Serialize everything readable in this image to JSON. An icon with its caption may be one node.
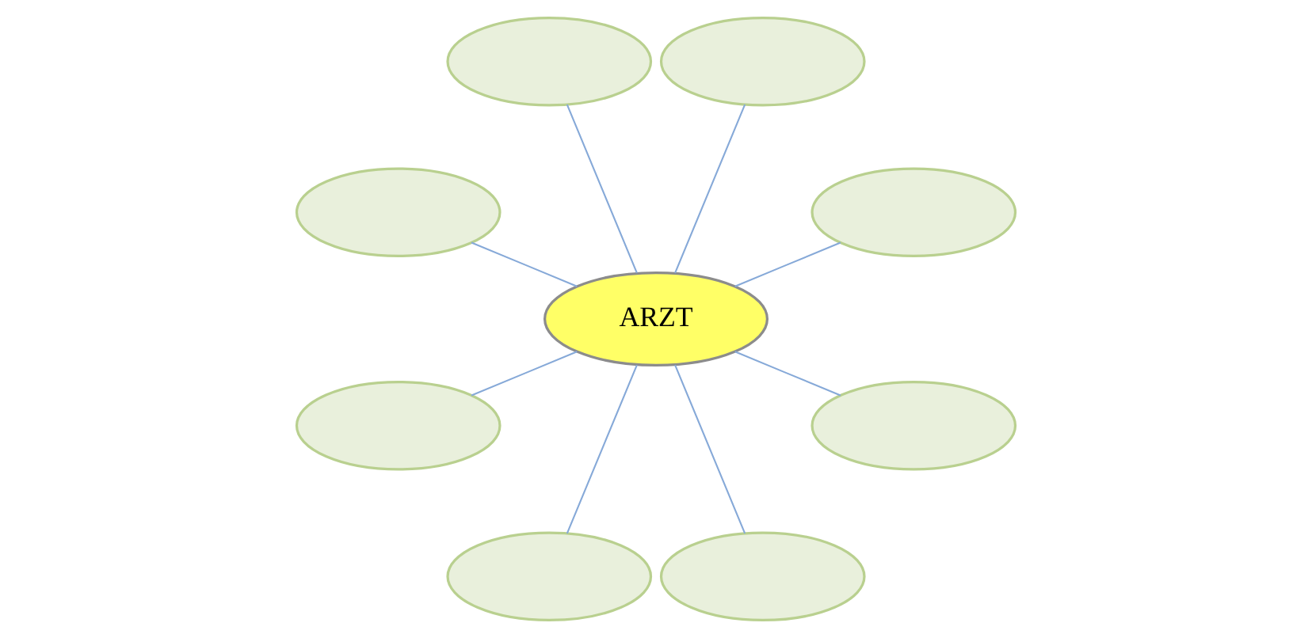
{
  "diagram": {
    "nodes": [
      {
        "text": [
          "ARZT"
        ]
      },
      {
        "text": [],
        "shape": "ellipse"
      },
      {
        "text": [],
        "shape": "ellipse"
      },
      {
        "text": [],
        "shape": "ellipse"
      },
      {
        "text": [],
        "shape": "ellipse"
      },
      {
        "text": [],
        "shape": "ellipse"
      },
      {
        "text": [],
        "shape": "ellipse"
      },
      {
        "text": [],
        "shape": "ellipse"
      },
      {
        "text": [],
        "shape": "ellipse"
      }
    ],
    "edges": [
      {
        "from": 0,
        "to": 1,
        "arrow": "none"
      },
      {
        "from": 0,
        "to": 2,
        "arrow": "none"
      },
      {
        "from": 0,
        "to": 3,
        "arrow": "none"
      },
      {
        "from": 0,
        "to": 4,
        "arrow": "none"
      },
      {
        "from": 0,
        "to": 5,
        "arrow": "none"
      },
      {
        "from": 0,
        "to": 6,
        "arrow": "none"
      },
      {
        "from": 0,
        "to": 7,
        "arrow": "none"
      },
      {
        "from": 0,
        "to": 8,
        "arrow": "none"
      }
    ]
  }
}
